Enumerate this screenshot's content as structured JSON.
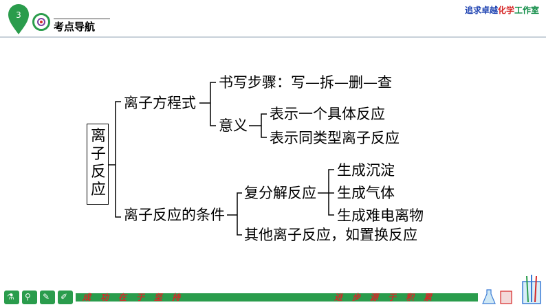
{
  "header": {
    "slide_number": "3",
    "section_title": "考点导航",
    "brand": {
      "part1": "追求卓越",
      "part2": "化学",
      "part3": "工作室"
    }
  },
  "diagram": {
    "root": [
      "离",
      "子",
      "反",
      "应"
    ],
    "l1_equation": "离子方程式",
    "l2_steps": "书写步骤：写—拆—删—查",
    "l2_meaning": "意义",
    "l3_meaning_a": "表示一个具体反应",
    "l3_meaning_b": "表示同类型离子反应",
    "l1_conditions": "离子反应的条件",
    "l2_double": "复分解反应",
    "l3_precipitate": "生成沉淀",
    "l3_gas": "生成气体",
    "l3_weak": "生成难电离物",
    "l2_other": "其他离子反应，如置换反应"
  },
  "footer": {
    "motto_left": "成功在于坚持",
    "motto_right": "进步源于积累"
  },
  "colors": {
    "accent": "#2a9c4c",
    "motto": "#d62828"
  },
  "icons": [
    "beaker-icon",
    "flask-icon",
    "tube-icon",
    "pen-icon"
  ]
}
